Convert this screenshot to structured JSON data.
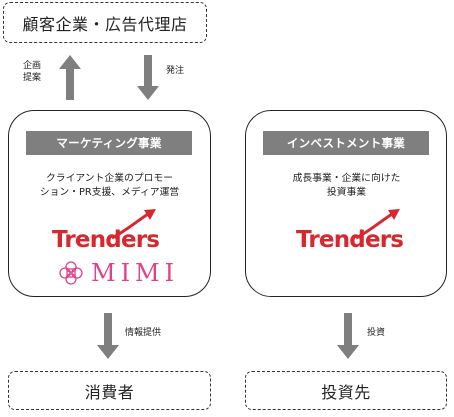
{
  "top_box": {
    "label": "顧客企業・広告代理店"
  },
  "up_arrow": {
    "label_line1": "企画",
    "label_line2": "提案"
  },
  "down_arrow": {
    "label": "発注"
  },
  "marketing": {
    "title": "マーケティング事業",
    "desc_line1": "クライアント企業のプロモー",
    "desc_line2": "ション・PR支援、メディア運営",
    "logo_trenders": "Trenders",
    "logo_mimi": "MIMI"
  },
  "investment": {
    "title": "インベストメント事業",
    "desc_line1": "成長事業・企業に向けた",
    "desc_line2": "投資事業",
    "logo_trenders": "Trenders"
  },
  "left_bottom_arrow": {
    "label": "情報提供"
  },
  "right_bottom_arrow": {
    "label": "投資"
  },
  "bottom_left_box": {
    "label": "消費者"
  },
  "bottom_right_box": {
    "label": "投資先"
  },
  "colors": {
    "arrow": "#7f7f7f",
    "band": "#7f7f7f",
    "trenders_red": "#d7282f",
    "mimi_pink": "#e0428a"
  }
}
